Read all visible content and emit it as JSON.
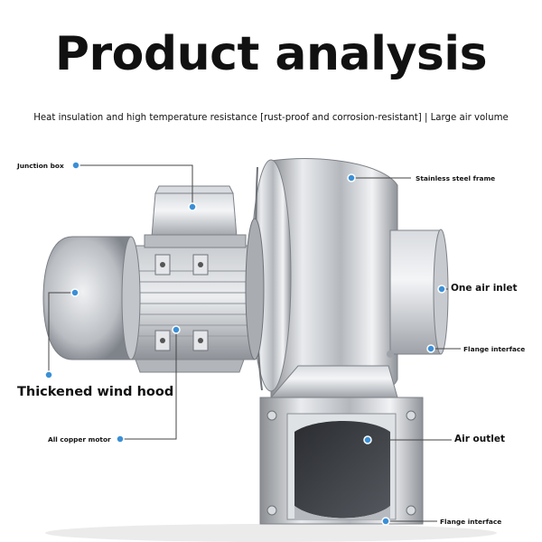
{
  "title": "Product analysis",
  "subtitle": "Heat insulation and high temperature resistance [rust-proof and corrosion-resistant] | Large air volume",
  "labels": {
    "junction_box": "Junction box",
    "stainless_frame": "Stainless steel frame",
    "air_inlet": "One air inlet",
    "flange_interface_top": "Flange interface",
    "wind_hood": "Thickened wind hood",
    "copper_motor": "All copper motor",
    "air_outlet": "Air outlet",
    "flange_interface_bottom": "Flange interface"
  },
  "colors": {
    "callout_dot": "#3b8fd6",
    "leader_line": "#444444"
  }
}
